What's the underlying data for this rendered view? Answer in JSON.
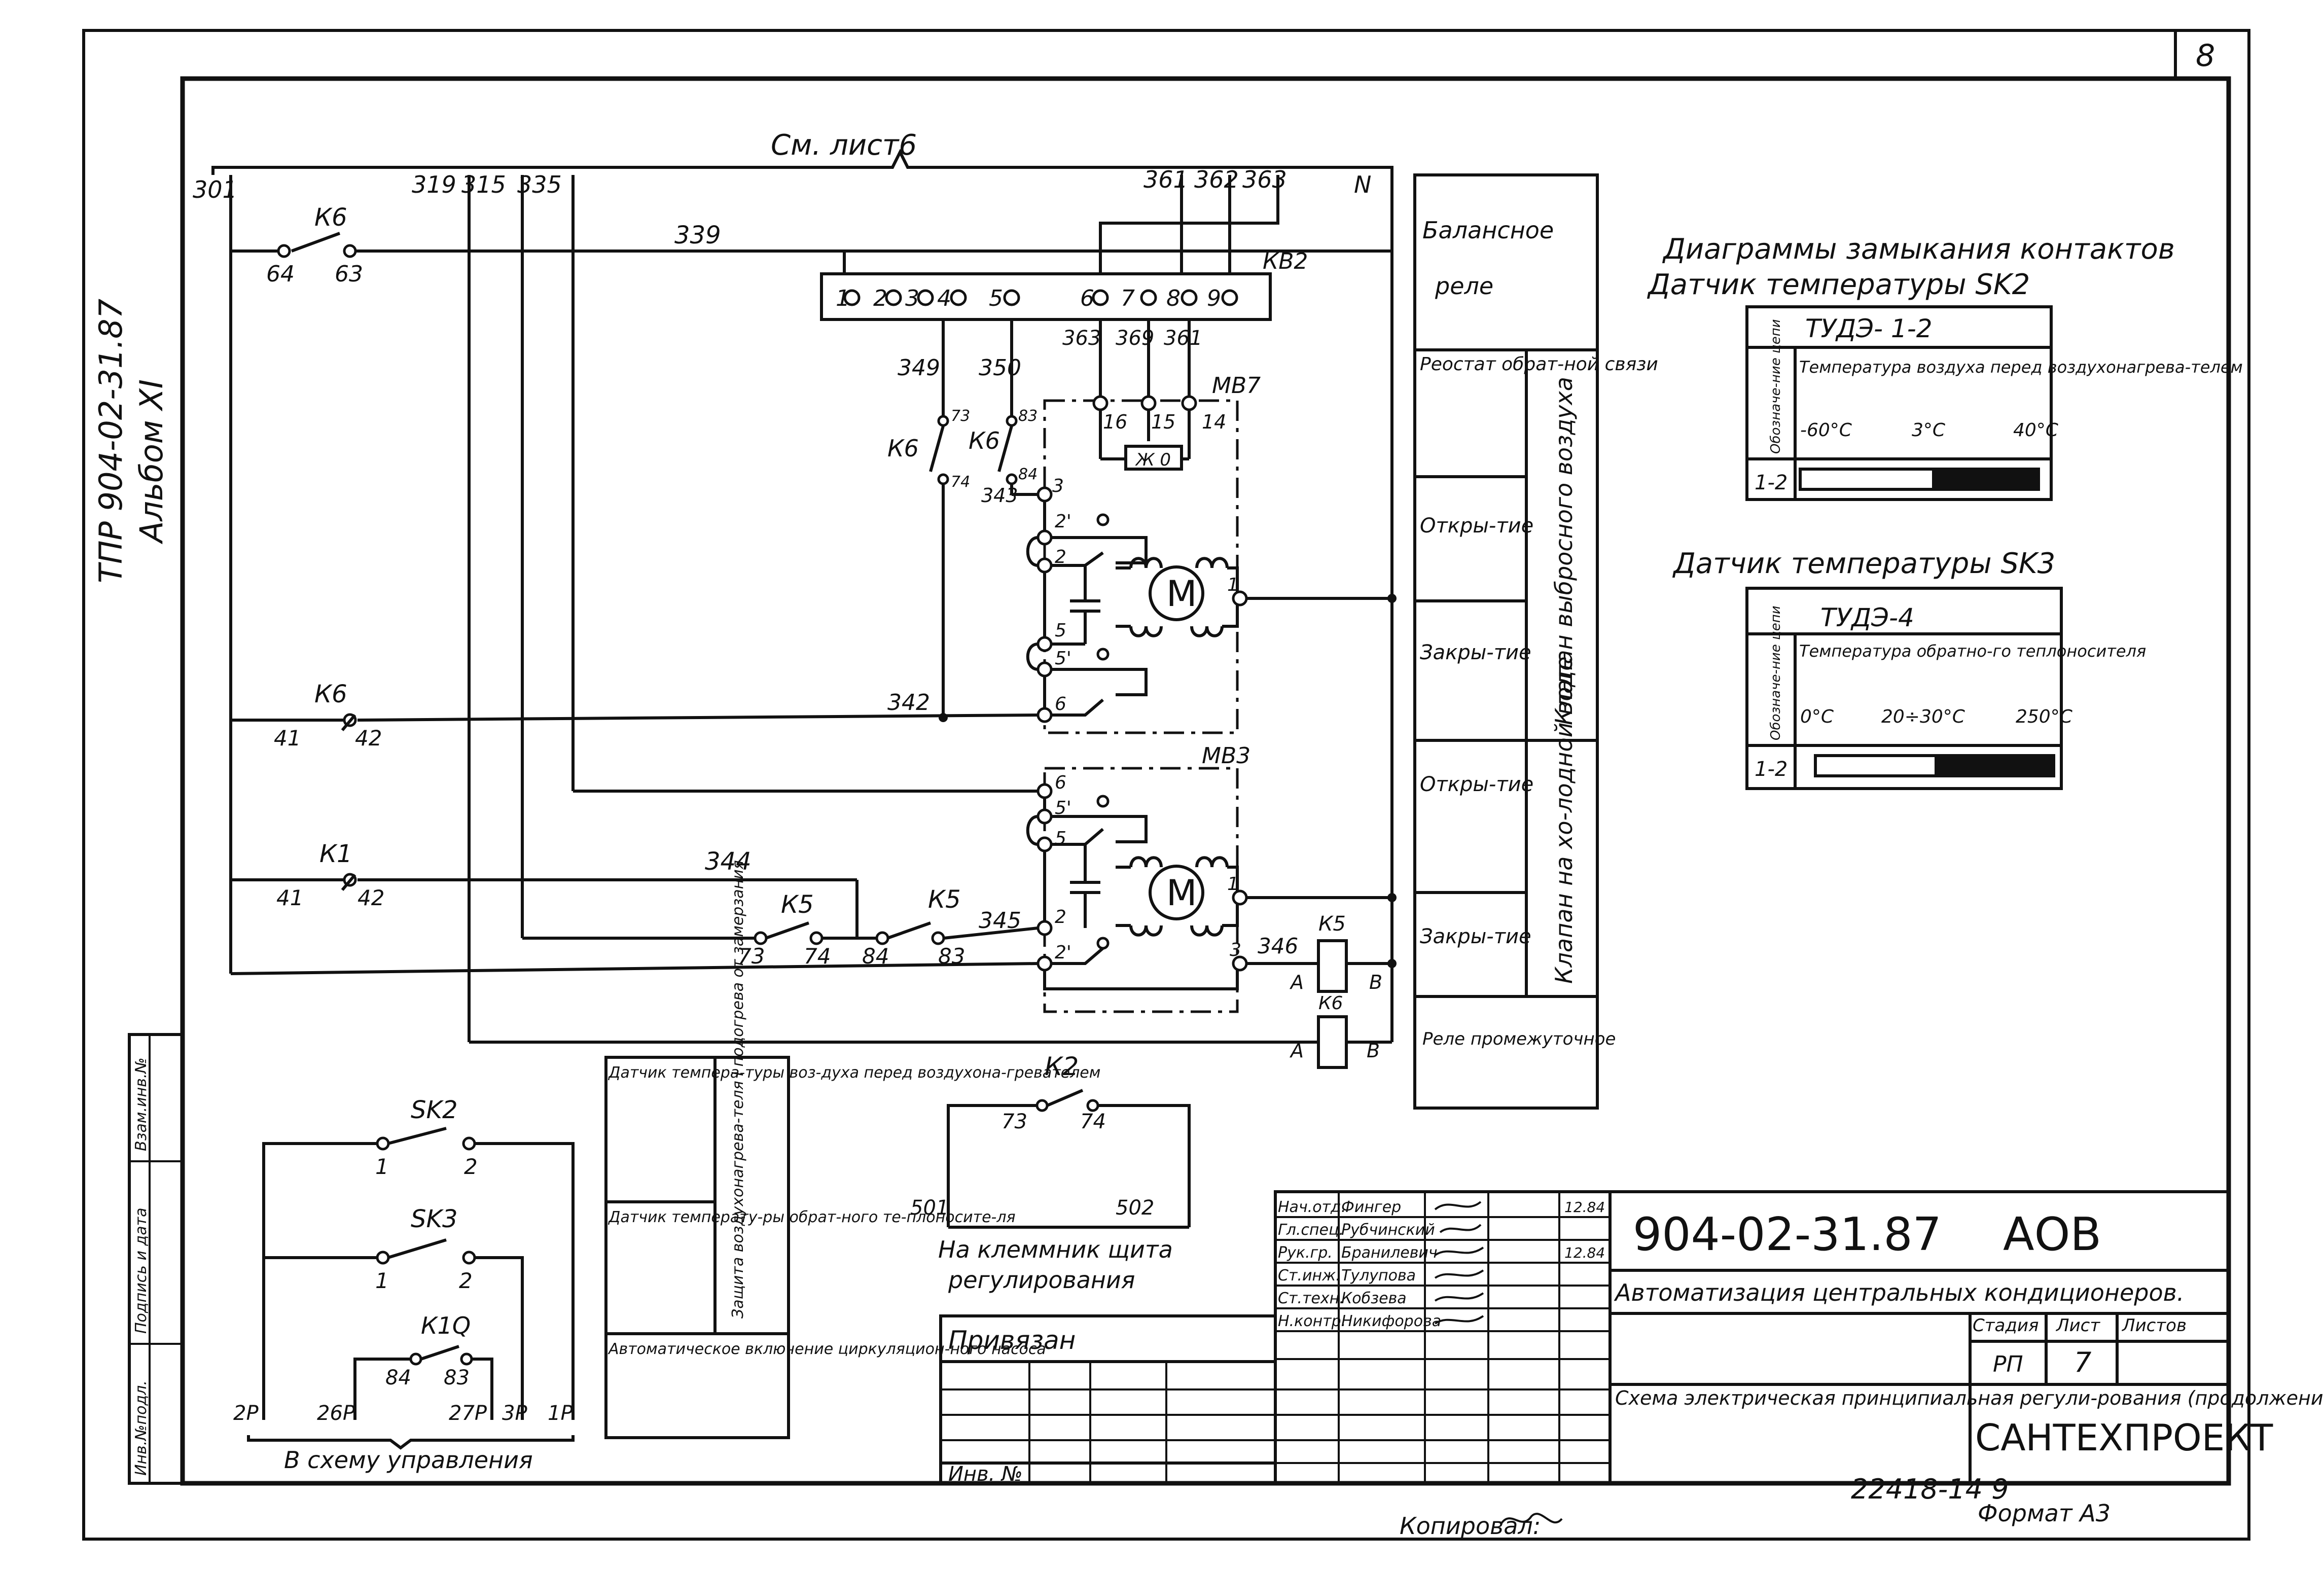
{
  "sheet": {
    "sheet_corner_number": "8",
    "side_label_1": "ТПР 904-02-31.87",
    "side_label_2": "Альбом XI"
  },
  "side_stamp": {
    "labels": [
      "Инв.№подл.",
      "Подпись и дата",
      "Взам.инв.№"
    ]
  },
  "schematic": {
    "see_sheet": "См. лист6",
    "bus_labels": [
      "301",
      "319",
      "315",
      "335",
      "361",
      "362",
      "363",
      "N"
    ],
    "k6_top": {
      "name": "К6",
      "left": "64",
      "right": "63",
      "wire": "339"
    },
    "block_kb2": {
      "name": "КВ2",
      "terminals": [
        "1",
        "2",
        "3",
        "4",
        "5",
        "6",
        "7",
        "8",
        "9"
      ]
    },
    "wires_mid": [
      "349",
      "350",
      "363",
      "369",
      "361"
    ],
    "mb7": {
      "name": "МВ7",
      "terms": [
        "16",
        "15",
        "14"
      ],
      "resistor": "Ж 0"
    },
    "k6_contacts": {
      "a_name": "К6",
      "a_top": "73",
      "a_bot": "74",
      "b_name": "К6",
      "b_top": "83",
      "b_bot": "84",
      "b_wire": "343"
    },
    "motor1_terms": [
      "3",
      "2'",
      "2",
      "5",
      "5'",
      "6",
      "1"
    ],
    "motor_symbol": "М",
    "k6_mid": {
      "name": "К6",
      "left": "41",
      "right": "42",
      "wire": "342"
    },
    "mb3": {
      "name": "МВ3",
      "terms": [
        "6",
        "5'",
        "5",
        "2",
        "2'",
        "3",
        "1"
      ]
    },
    "k1": {
      "name": "К1",
      "left": "41",
      "right": "42",
      "wire": "344"
    },
    "k5_a": {
      "name": "К5",
      "left": "73",
      "right": "74"
    },
    "k5_b": {
      "name": "К5",
      "left": "84",
      "right": "83",
      "wire": "345"
    },
    "wire_346": "346",
    "relay_k5": {
      "name": "К5",
      "a": "А",
      "b": "В"
    },
    "relay_k6": {
      "name": "К6",
      "a": "А",
      "b": "В"
    }
  },
  "legend_table": {
    "rows": [
      {
        "left": "Балансное",
        "left2": "реле"
      },
      {
        "left": "Реостат обрат-ной связи"
      },
      {
        "left": "Откры-тие"
      },
      {
        "left": "Закры-тие"
      },
      {
        "left": "Откры-тие"
      },
      {
        "left": "Закры-тие"
      },
      {
        "left": "Реле промежуточное"
      }
    ],
    "group1": "Клапан выбросного воздуха",
    "group2": "Клапан на хо-лодной воде"
  },
  "diagrams": {
    "title1": "Диаграммы замыкания контактов",
    "title2": "Датчик температуры SK2",
    "sk2": {
      "type": "ТУДЭ- 1-2",
      "col_head": "Обозначе-ние цепи",
      "desc": "Температура воздуха перед воздухонагрева-телем",
      "ticks": [
        "-60°С",
        "3°С",
        "40°С"
      ],
      "row": "1-2"
    },
    "title3": "Датчик температуры SK3",
    "sk3": {
      "type": "ТУДЭ-4",
      "col_head": "Обозначе-ние цепи",
      "desc": "Температура обратно-го теплоносителя",
      "ticks": [
        "0°С",
        "20÷30°С",
        "250°С"
      ],
      "row": "1-2"
    }
  },
  "bottom_left": {
    "sk2": {
      "name": "SK2",
      "a": "1",
      "b": "2"
    },
    "sk3": {
      "name": "SK3",
      "a": "1",
      "b": "2"
    },
    "k1q": {
      "name": "К1Q",
      "a": "84",
      "b": "83"
    },
    "terms": [
      "2Р",
      "26Р",
      "27Р",
      "3Р",
      "1Р"
    ],
    "caption": "В схему управления"
  },
  "func_table": {
    "c1": "Датчик темпера-туры воз-духа перед воздухона-гревателем",
    "c2": "Датчик температу-ры обрат-ного те-плоносите-ля",
    "side": "Защита воздухонагрева-теля I подогрева от замерзания",
    "c3": "Автоматическое включение циркуляцион-ного насоса"
  },
  "k2_block": {
    "name": "К2",
    "a": "73",
    "b": "74",
    "left": "501",
    "right": "502",
    "caption1": "На клеммник щита",
    "caption2": "регулирования"
  },
  "privyazan": {
    "label": "Привязан",
    "inv": "Инв. №"
  },
  "title_block": {
    "roles": [
      "Нач.отд.",
      "Гл.спец.",
      "Рук.гр.",
      "Ст.инж.",
      "Ст.техн.",
      "Н.контр."
    ],
    "names": [
      "Фингер",
      "Рубчинский",
      "Бранилевич",
      "Тулупова",
      "Кобзева",
      "Никифорова"
    ],
    "dates": [
      "12.84",
      "12.84"
    ],
    "code": "904-02-31.87",
    "mark": "АОВ",
    "project": "Автоматизация центральных кондиционеров.",
    "stage_head": "Стадия",
    "sheet_head": "Лист",
    "sheets_head": "Листов",
    "stage": "РП",
    "sheet": "7",
    "drawing": "Схема электрическая принципиальная регули-рования (продолжение)",
    "org": "САНТЕХПРОЕКТ"
  },
  "footer": {
    "copied": "Копировал:",
    "number": "22418-14 9",
    "format": "Формат А3"
  }
}
